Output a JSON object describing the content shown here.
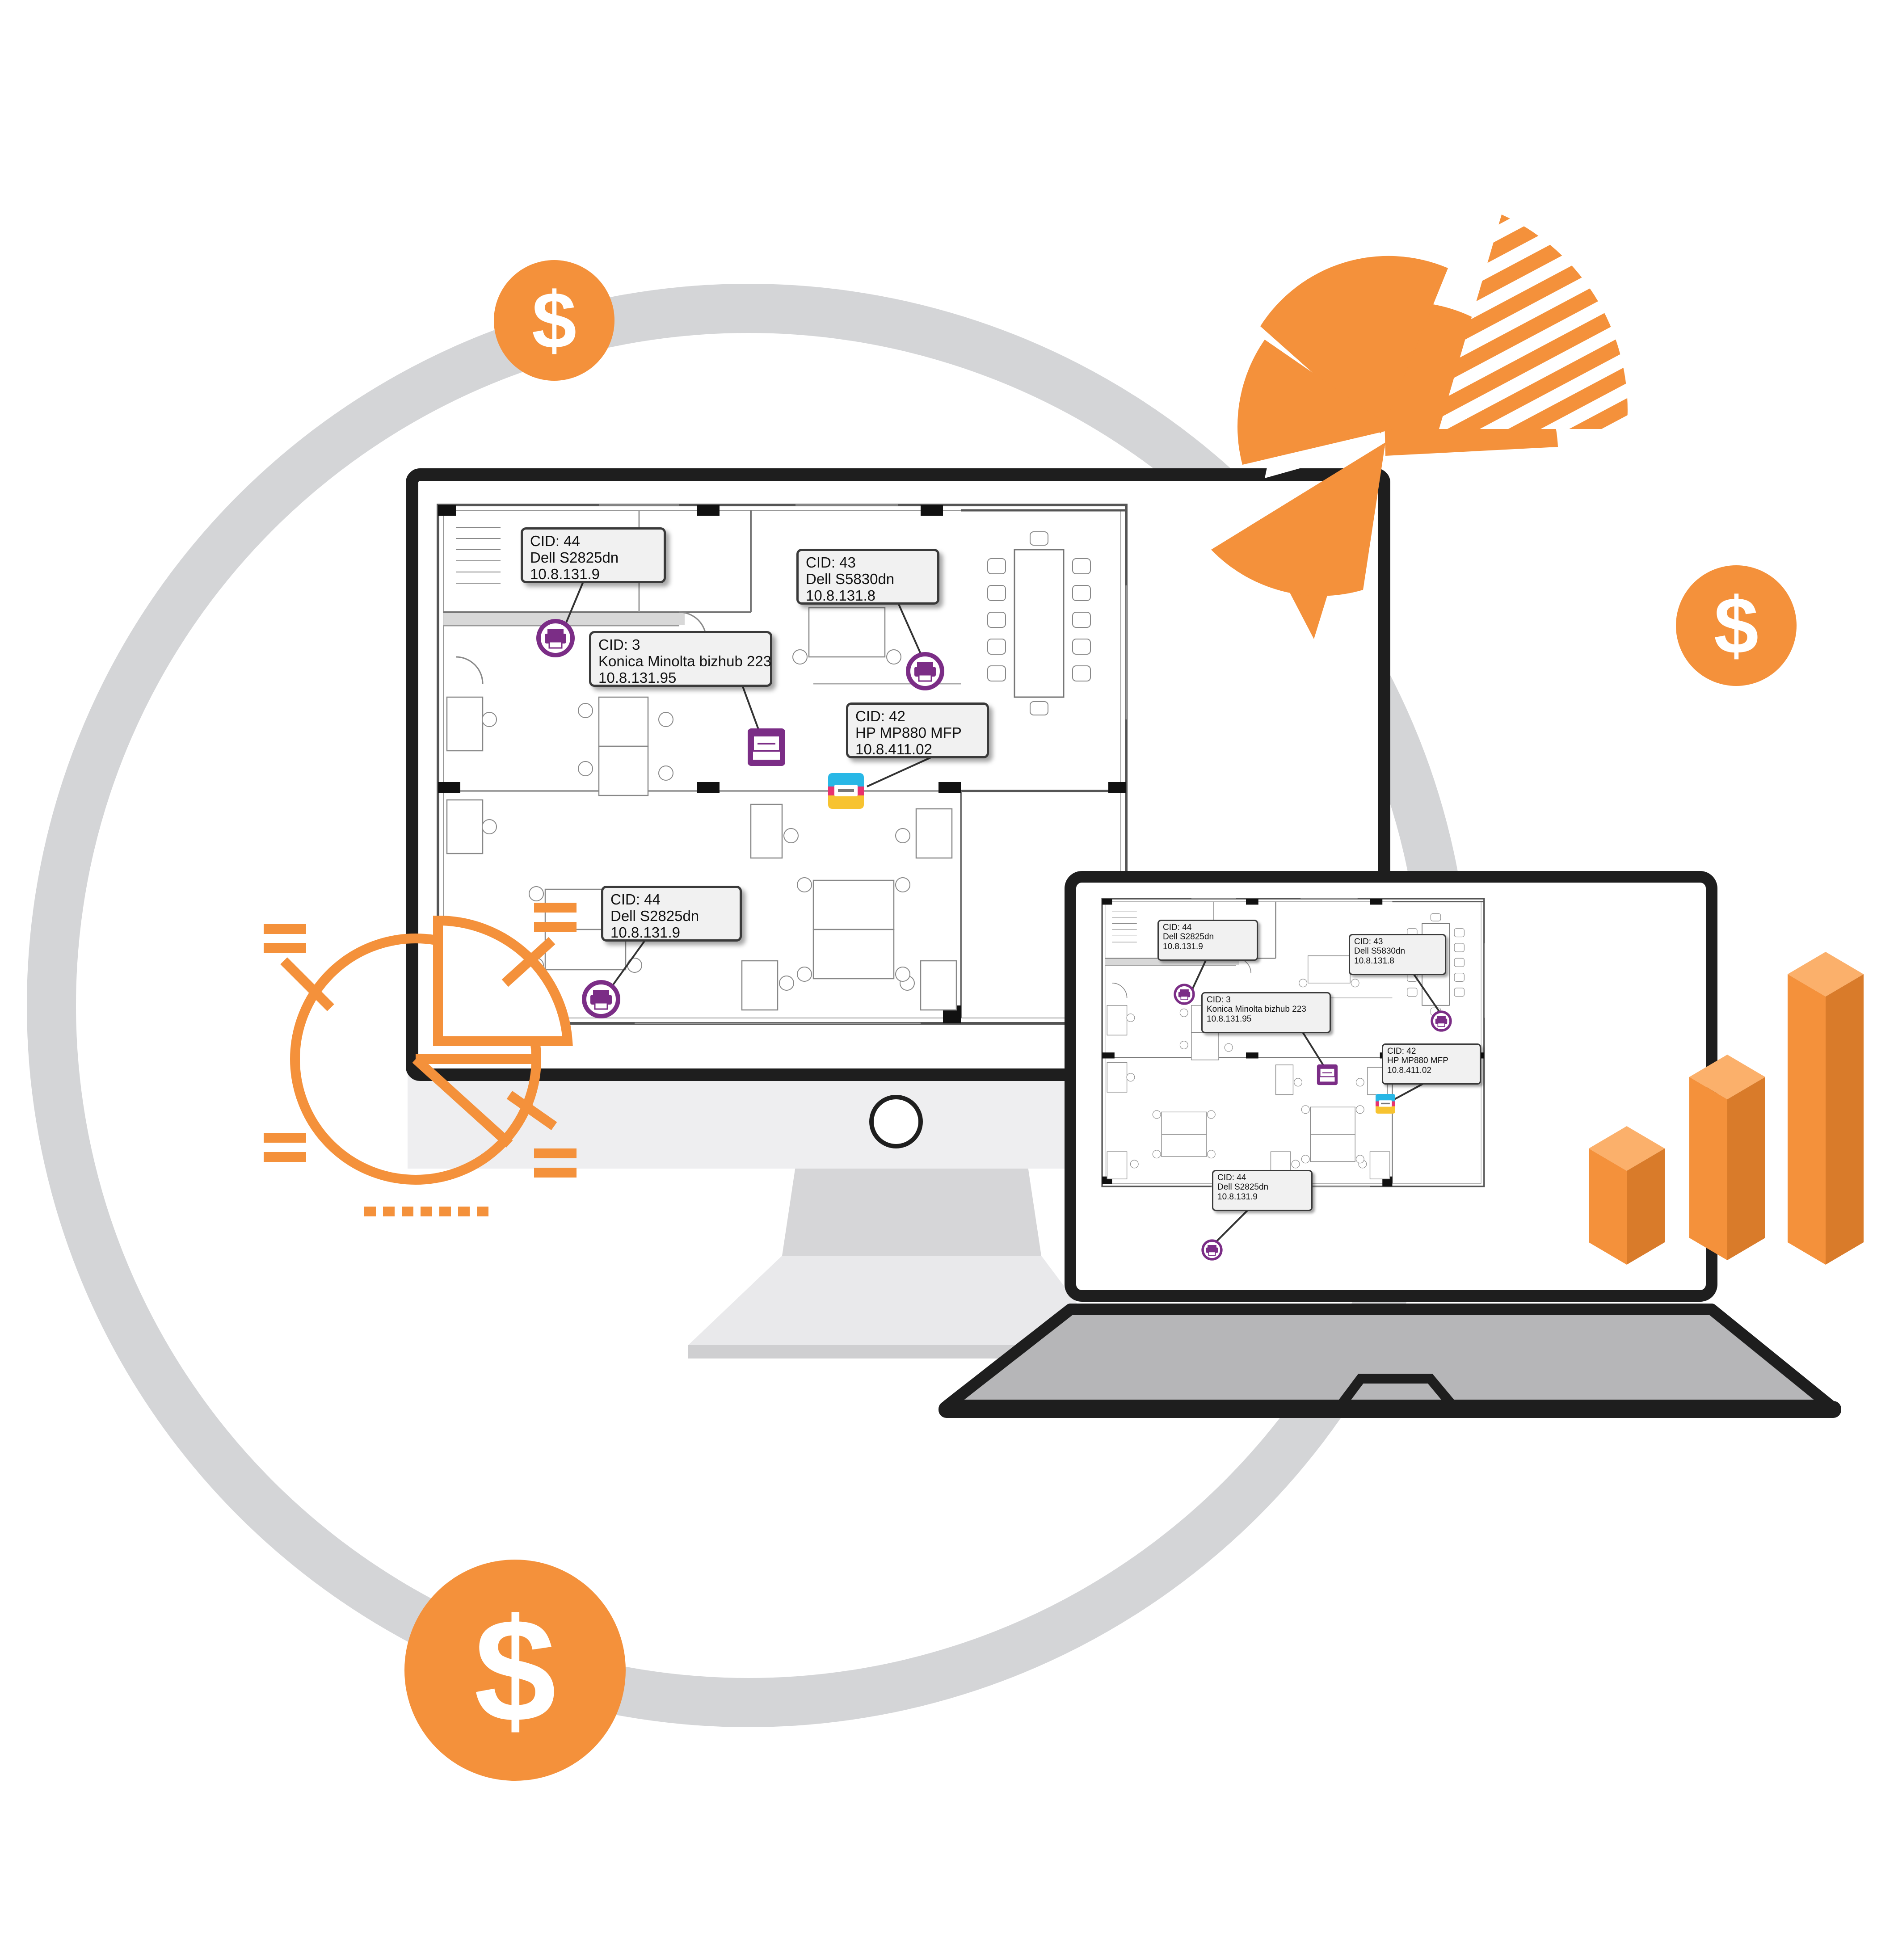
{
  "colors": {
    "accent": "#f4913b",
    "ring": "#d4d5d7",
    "frame": "#1e1e1e",
    "printer_purple": "#7b2d86",
    "callout_bg": "#f1f1f1"
  },
  "icons": {
    "currency": "dollar-sign-icon",
    "device": "printer-icon",
    "mfp": "multifunction-printer-icon"
  },
  "dollar_symbol": "$",
  "desktop_labels": [
    {
      "cid": "CID: 44",
      "model": "Dell S2825dn",
      "ip": "10.8.131.9"
    },
    {
      "cid": "CID: 43",
      "model": "Dell S5830dn",
      "ip": "10.8.131.8"
    },
    {
      "cid": "CID: 3",
      "model": "Konica Minolta bizhub 223",
      "ip": "10.8.131.95"
    },
    {
      "cid": "CID: 42",
      "model": "HP MP880 MFP",
      "ip": "10.8.411.02"
    },
    {
      "cid": "CID: 44",
      "model": "Dell S2825dn",
      "ip": "10.8.131.9"
    }
  ],
  "laptop_labels": [
    {
      "cid": "CID: 44",
      "model": "Dell S2825dn",
      "ip": "10.8.131.9"
    },
    {
      "cid": "CID: 43",
      "model": "Dell S5830dn",
      "ip": "10.8.131.8"
    },
    {
      "cid": "CID: 3",
      "model": "Konica Minolta bizhub 223",
      "ip": "10.8.131.95"
    },
    {
      "cid": "CID: 42",
      "model": "HP MP880 MFP",
      "ip": "10.8.411.02"
    },
    {
      "cid": "CID: 44",
      "model": "Dell S2825dn",
      "ip": "10.8.131.9"
    }
  ]
}
